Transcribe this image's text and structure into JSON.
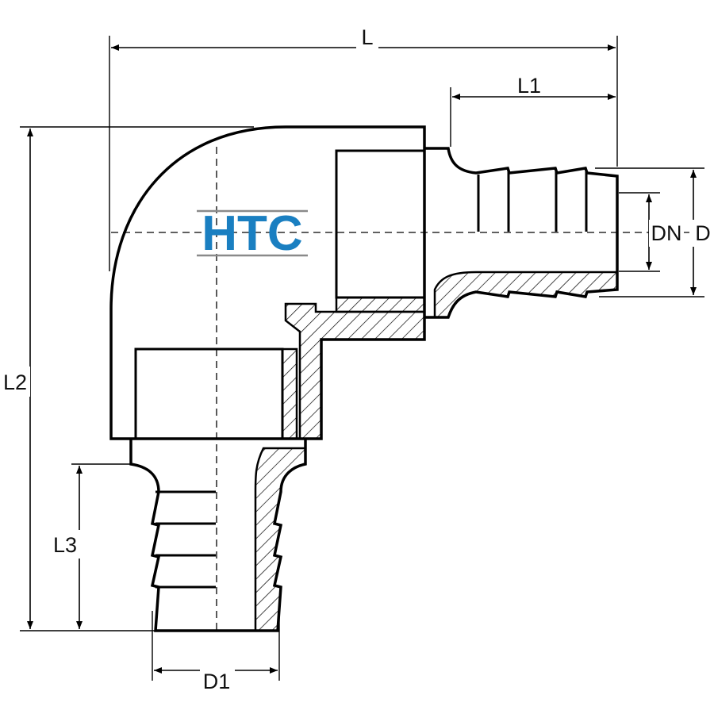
{
  "logo": {
    "text": "HTC",
    "color": "#1a7fc1",
    "rule_color": "#8a8a8a"
  },
  "dimensions": {
    "L": "L",
    "L1": "L1",
    "L2": "L2",
    "L3": "L3",
    "D": "D",
    "DN": "DN",
    "D1": "D1"
  },
  "colors": {
    "line": "#000000",
    "hatch": "#000000",
    "background": "#ffffff"
  }
}
